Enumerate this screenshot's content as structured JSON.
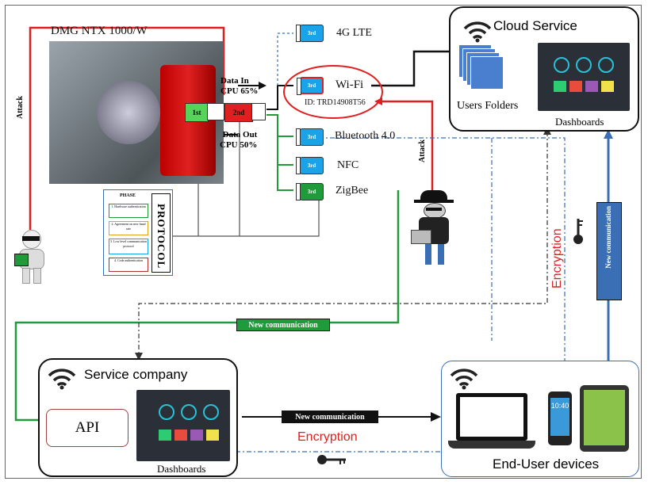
{
  "machine": {
    "name": "DMG NTX 1000/W"
  },
  "stages": {
    "first": "1st",
    "second": "2nd"
  },
  "data_in": {
    "line1": "Data In",
    "line2": "CPU 65%"
  },
  "data_out": {
    "line1": "Data Out",
    "line2": "CPU 50%"
  },
  "modules": [
    {
      "tag": "3rd",
      "label": "4G LTE",
      "color": "blue"
    },
    {
      "tag": "3rd",
      "label": "Wi-Fi",
      "color": "blue"
    },
    {
      "tag": "3rd",
      "label": "Bluetooth 4.0",
      "color": "blue"
    },
    {
      "tag": "3rd",
      "label": "NFC",
      "color": "blue"
    },
    {
      "tag": "3rd",
      "label": "ZigBee",
      "color": "green"
    }
  ],
  "wifi_id": "ID: TRD14908T56",
  "attack_label": "Attack",
  "protocol": {
    "title": "PROTOCOL",
    "phase": "PHASE",
    "steps": [
      "1. Hardware authentication",
      "2. Agreement on new baud rate",
      "3. Low level communication protocol",
      "4. Code authentication"
    ]
  },
  "cloud": {
    "title": "Cloud Service",
    "users": "Users Folders",
    "dashboards": "Dashboards"
  },
  "service": {
    "title": "Service company",
    "api": "API",
    "dashboards": "Dashboards"
  },
  "enduser": {
    "title": "End-User devices",
    "phone_time": "10:40"
  },
  "labels": {
    "new_comm_green": "New communication",
    "new_comm_black": "New communication",
    "new_comm_vertical": "New communication",
    "encryption_vertical": "Encryption",
    "encryption_bottom": "Encryption"
  },
  "colors": {
    "red": "#e02020",
    "green": "#1f9b3b",
    "blue": "#3a6fb5",
    "chip_blue": "#1aa3e8"
  }
}
